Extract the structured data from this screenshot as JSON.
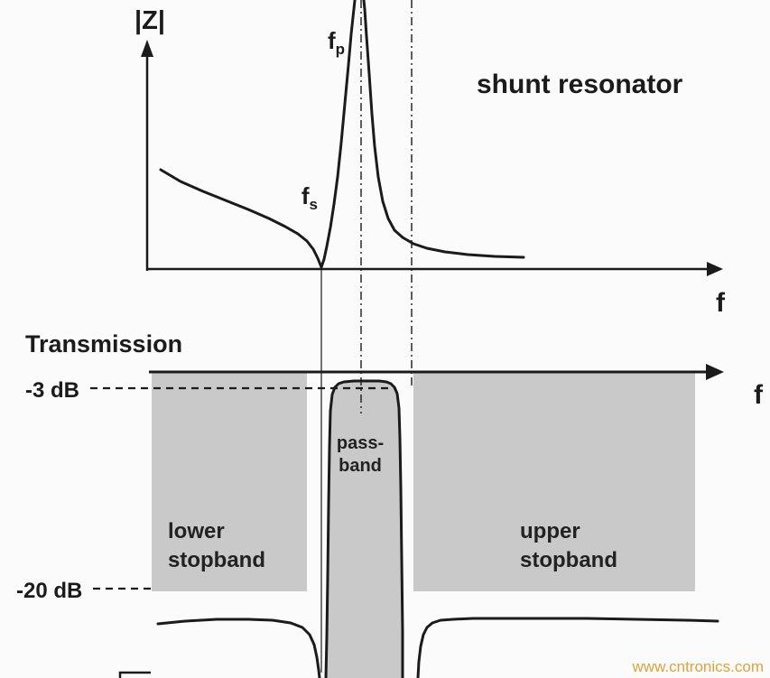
{
  "colors": {
    "background": "#fbfbfb",
    "ink": "#1b1b1b",
    "region_fill": "#c9c9c9",
    "text_dark": "#222222",
    "watermark": "#e2a13a"
  },
  "impedance_plot": {
    "y_axis_label": "|Z|",
    "x_axis_label": "f",
    "fs_base": "f",
    "fs_sub": "s",
    "fp_base": "f",
    "fp_sub": "p",
    "annotation": "shunt resonator"
  },
  "transmission_plot": {
    "title": "Transmission",
    "x_axis_label": "f",
    "level_3db_label": "-3 dB",
    "level_20db_label": "-20 dB",
    "regions": {
      "lower": {
        "line1": "lower",
        "line2": "stopband"
      },
      "pass": {
        "line1": "pass-",
        "line2": "band"
      },
      "upper": {
        "line1": "upper",
        "line2": "stopband"
      }
    }
  },
  "watermark": "www.cntronics.com",
  "chart_data": [
    {
      "type": "line",
      "title": "shunt resonator",
      "ylabel": "|Z|",
      "xlabel": "f",
      "annotations": [
        "fs",
        "fp",
        "shunt resonator"
      ],
      "features": {
        "series_resonance_fs": "sharp impedance minimum (notch touching the frequency axis)",
        "parallel_resonance_fp": "sharp impedance maximum (tall peak, clipped at top of figure)"
      },
      "shape": "impedance magnitude decreases gradually from the left, drops to a sharp minimum at fs, spikes to a very tall narrow peak at fp, then falls back and flattens to a low tail"
    },
    {
      "type": "line",
      "title": "Transmission",
      "xlabel": "f",
      "reference_levels": [
        "-3 dB",
        "-20 dB"
      ],
      "regions": [
        "lower stopband",
        "pass-band",
        "upper stopband"
      ],
      "shape": "flat near -22 dB in the lower stopband, deep notch at the lower passband edge (aligned with fs), flat-topped passband reaching the -3 dB level between fs and fp, deep notch at the upper passband edge, then flat near -22 dB in the upper stopband",
      "alignment": "vertical guide lines align fs with the lower passband edge and fp / a dash-dot line with the upper passband edge"
    }
  ],
  "curves": {
    "impedance": [
      [
        178,
        188
      ],
      [
        200,
        201
      ],
      [
        225,
        212
      ],
      [
        250,
        222
      ],
      [
        275,
        232
      ],
      [
        298,
        242
      ],
      [
        316,
        251
      ],
      [
        330,
        259
      ],
      [
        340,
        267
      ],
      [
        347,
        276
      ],
      [
        352,
        286
      ],
      [
        356,
        296
      ],
      [
        359,
        287
      ],
      [
        362,
        273
      ],
      [
        366,
        252
      ],
      [
        370,
        226
      ],
      [
        374,
        196
      ],
      [
        378,
        158
      ],
      [
        382,
        115
      ],
      [
        386,
        72
      ],
      [
        389,
        38
      ],
      [
        392,
        10
      ],
      [
        394,
        -8
      ],
      [
        397,
        -14
      ],
      [
        400,
        -15
      ],
      [
        402,
        -10
      ],
      [
        404,
        10
      ],
      [
        406,
        40
      ],
      [
        409,
        82
      ],
      [
        412,
        126
      ],
      [
        415,
        162
      ],
      [
        419,
        196
      ],
      [
        424,
        223
      ],
      [
        430,
        242
      ],
      [
        437,
        255
      ],
      [
        446,
        263
      ],
      [
        458,
        270
      ],
      [
        473,
        275
      ],
      [
        493,
        279
      ],
      [
        518,
        282
      ],
      [
        548,
        284
      ],
      [
        580,
        285
      ]
    ],
    "transmission_left": [
      [
        175,
        691
      ],
      [
        205,
        688
      ],
      [
        240,
        686
      ],
      [
        275,
        686
      ],
      [
        302,
        687
      ],
      [
        322,
        690
      ],
      [
        335,
        695
      ],
      [
        343,
        703
      ],
      [
        348,
        714
      ],
      [
        351,
        728
      ],
      [
        353,
        742
      ],
      [
        354,
        751
      ]
    ],
    "transmission_pass": [
      [
        361,
        751
      ],
      [
        362,
        706
      ],
      [
        363,
        640
      ],
      [
        364,
        560
      ],
      [
        365,
        495
      ],
      [
        366,
        455
      ],
      [
        368,
        437
      ],
      [
        371,
        429
      ],
      [
        375,
        425
      ],
      [
        381,
        423
      ],
      [
        392,
        422
      ],
      [
        408,
        422
      ],
      [
        420,
        422
      ],
      [
        428,
        423
      ],
      [
        433,
        425
      ],
      [
        437,
        429
      ],
      [
        440,
        436
      ],
      [
        442,
        452
      ],
      [
        443,
        485
      ],
      [
        444,
        540
      ],
      [
        445,
        620
      ],
      [
        446,
        700
      ],
      [
        446,
        751
      ]
    ],
    "transmission_right": [
      [
        463,
        751
      ],
      [
        464,
        733
      ],
      [
        466,
        716
      ],
      [
        469,
        703
      ],
      [
        473,
        695
      ],
      [
        479,
        690
      ],
      [
        488,
        687
      ],
      [
        502,
        686
      ],
      [
        524,
        685
      ],
      [
        556,
        685
      ],
      [
        600,
        685
      ],
      [
        650,
        685
      ],
      [
        705,
        686
      ],
      [
        760,
        687
      ],
      [
        795,
        688
      ]
    ],
    "cropped_fragment": [
      [
        133,
        751
      ],
      [
        133,
        745
      ],
      [
        167,
        745
      ]
    ]
  }
}
